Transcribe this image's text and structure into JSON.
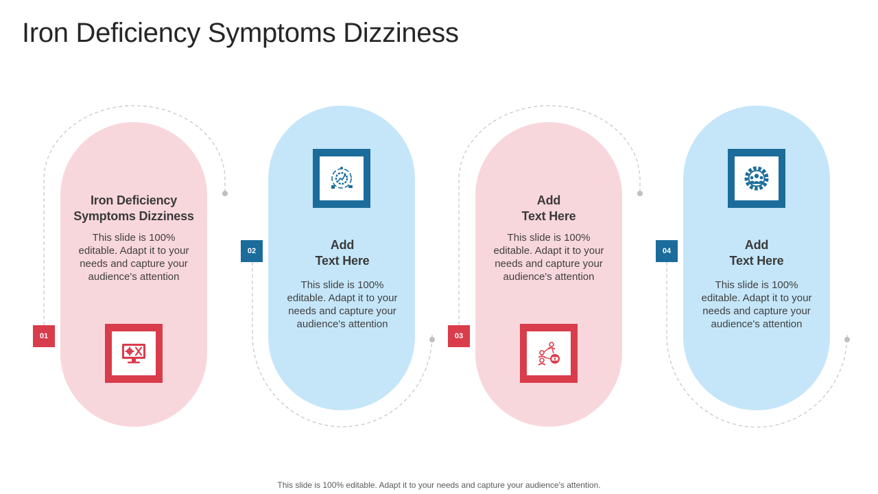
{
  "title": "Iron Deficiency Symptoms Dizziness",
  "cards": [
    {
      "number": "01",
      "title": "Iron Deficiency\nSymptoms Dizziness",
      "description": "This slide is 100%\neditable. Adapt it to your\nneeds and capture your\naudience's attention",
      "icon": "monitor-settings-tools-icon",
      "color": "#d93c4b"
    },
    {
      "number": "02",
      "title": "Add\nText Here",
      "description": "This slide is 100%\neditable. Adapt it to your\nneeds and capture your\naudience's attention",
      "icon": "growth-gear-cycle-icon",
      "color": "#1b6c9b"
    },
    {
      "number": "03",
      "title": "Add\nText Here",
      "description": "This slide is 100%\neditable. Adapt it to your\nneeds and capture your\naudience's attention",
      "icon": "people-money-network-icon",
      "color": "#d93c4b"
    },
    {
      "number": "04",
      "title": "Add\nText Here",
      "description": "This slide is 100%\neditable. Adapt it to your\nneeds and capture your\naudience's attention",
      "icon": "team-gear-icon",
      "color": "#1b6c9b"
    }
  ],
  "colors": {
    "pink_fill": "#f8d7dc",
    "blue_fill": "#c5e6f9",
    "red_accent": "#d93c4b",
    "blue_accent": "#1b6c9b",
    "dashed_line": "#bfbfbf"
  },
  "footer": "This slide is 100% editable. Adapt it to your needs and capture your audience's attention."
}
